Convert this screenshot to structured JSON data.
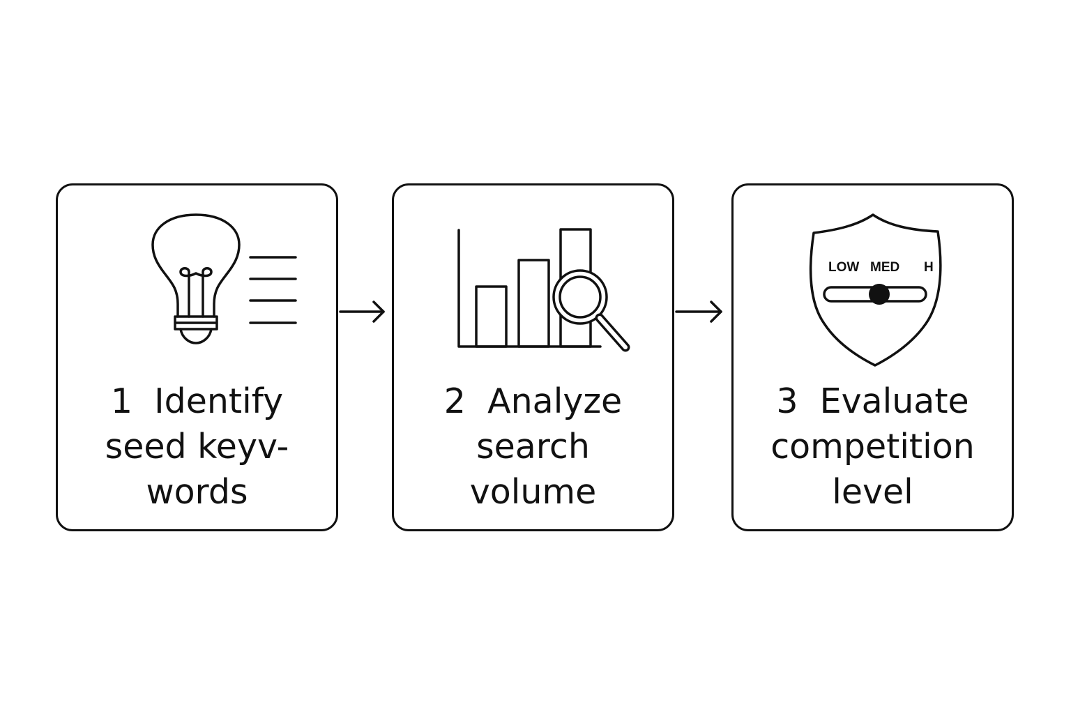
{
  "steps": [
    {
      "icon": "lightbulb-with-list-icon",
      "label_lines": [
        "1  Identify",
        "seed keyv-",
        "words"
      ]
    },
    {
      "icon": "bar-chart-magnifier-icon",
      "label_lines": [
        "2  Analyze",
        "search",
        "volume"
      ]
    },
    {
      "icon": "shield-gauge-icon",
      "gauge_labels": [
        "LOW",
        "MED",
        "H"
      ],
      "gauge_level": "MED",
      "label_lines": [
        "3  Evaluate",
        "competition",
        "level"
      ]
    }
  ],
  "connector_icon": "arrow-right-icon",
  "colors": {
    "stroke": "#111111",
    "background": "#ffffff"
  }
}
